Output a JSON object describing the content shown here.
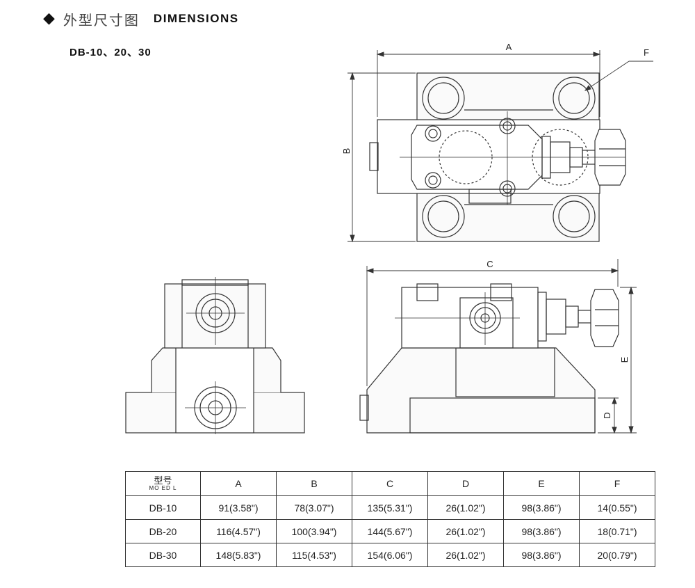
{
  "header": {
    "title_cn": "外型尺寸图",
    "title_en": "DIMENSIONS",
    "models": "DB-10、20、30"
  },
  "drawing": {
    "labels": {
      "a": "A",
      "b": "B",
      "c": "C",
      "d": "D",
      "e": "E",
      "f": "F"
    }
  },
  "table": {
    "model_header_cn": "型号",
    "model_header_en": "MO ED L",
    "columns": [
      "A",
      "B",
      "C",
      "D",
      "E",
      "F"
    ],
    "rows": [
      {
        "model": "DB-10",
        "values": [
          "91(3.58\")",
          "78(3.07\")",
          "135(5.31\")",
          "26(1.02\")",
          "98(3.86\")",
          "14(0.55\")"
        ]
      },
      {
        "model": "DB-20",
        "values": [
          "116(4.57\")",
          "100(3.94\")",
          "144(5.67\")",
          "26(1.02\")",
          "98(3.86\")",
          "18(0.71\")"
        ]
      },
      {
        "model": "DB-30",
        "values": [
          "148(5.83\")",
          "115(4.53\")",
          "154(6.06\")",
          "26(1.02\")",
          "98(3.86\")",
          "20(0.79\")"
        ]
      }
    ]
  }
}
